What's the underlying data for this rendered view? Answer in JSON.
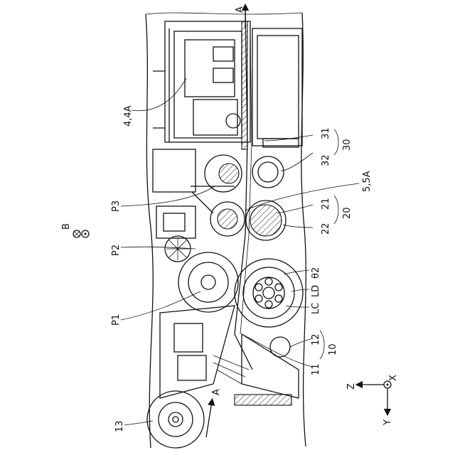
{
  "labels": {
    "arrow_top": "A",
    "unit_4": "4,4A",
    "ref_31": "31",
    "ref_30": "30",
    "ref_32": "32",
    "ref_5": "5,5A",
    "ref_21": "21",
    "ref_20": "20",
    "ref_22": "22",
    "ref_p3": "P3",
    "ref_p2": "P2",
    "ref_p1": "P1",
    "ref_b": "B",
    "ref_theta2": "θ2",
    "ref_ld": "LD",
    "ref_lc": "LC",
    "ref_12": "12",
    "ref_10": "10",
    "ref_11": "11",
    "ref_13": "13",
    "arrow_bottom": "A",
    "axis_z": "Z",
    "axis_x": "X",
    "axis_y": "Y"
  }
}
